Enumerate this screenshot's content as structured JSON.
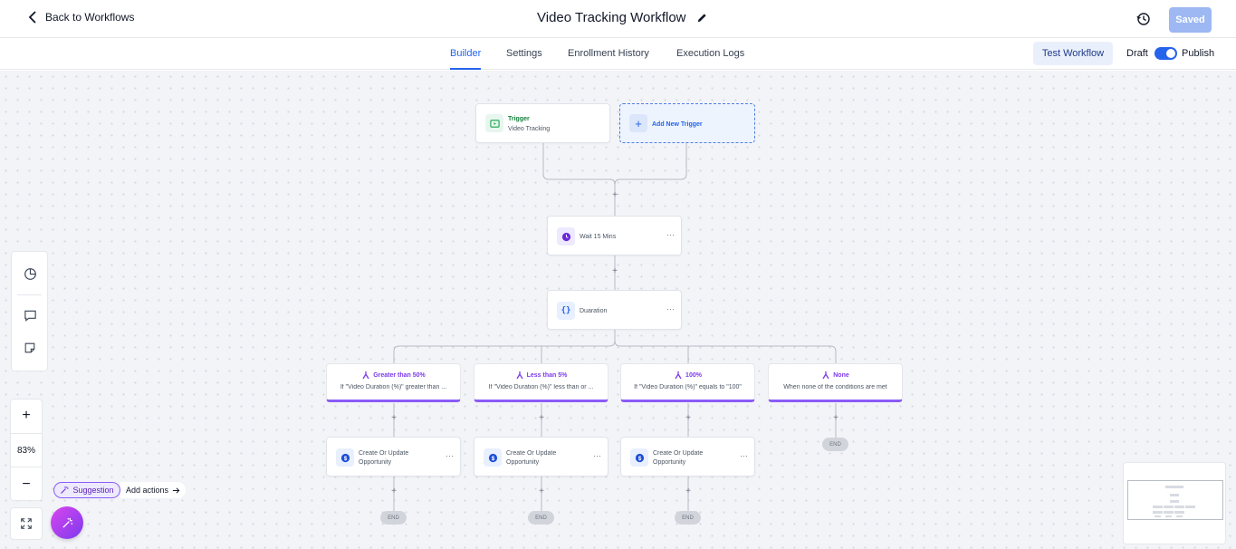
{
  "header": {
    "back_label": "Back to Workflows",
    "title": "Video Tracking Workflow",
    "saved_label": "Saved"
  },
  "tabs": [
    {
      "label": "Builder",
      "active": true
    },
    {
      "label": "Settings",
      "active": false
    },
    {
      "label": "Enrollment History",
      "active": false
    },
    {
      "label": "Execution Logs",
      "active": false
    }
  ],
  "toolbar": {
    "test_label": "Test Workflow",
    "draft_label": "Draft",
    "publish_label": "Publish",
    "publish_toggle_on": true
  },
  "canvas": {
    "trigger": {
      "title": "Trigger",
      "subtitle": "Video Tracking",
      "icon": "video-icon"
    },
    "add_trigger_label": "Add New Trigger",
    "wait": {
      "label": "Wait 15 Mins",
      "icon": "clock-icon"
    },
    "condition": {
      "label": "Duaration",
      "icon": "braces-icon"
    },
    "branches": [
      {
        "title": "Greater than 50%",
        "subtitle": "If \"Video Duration (%)\" greater than ..."
      },
      {
        "title": "Less than 5%",
        "subtitle": "If \"Video Duration (%)\" less than or ..."
      },
      {
        "title": "100%",
        "subtitle": "If \"Video Duration (%)\" equals to \"100\""
      },
      {
        "title": "None",
        "subtitle": "When none of the conditions are met"
      }
    ],
    "opportunity_action": {
      "line1": "Create Or Update",
      "line2": "Opportunity",
      "icon": "dollar-icon"
    },
    "end_label": "END",
    "more_label": "···",
    "plus_label": "+"
  },
  "zoom": {
    "value": "83%",
    "in_label": "+",
    "out_label": "−"
  },
  "suggestion": {
    "label": "Suggestion",
    "add_actions_label": "Add actions"
  },
  "colors": {
    "accent": "#2563eb",
    "branch": "#8b5cf6",
    "trigger": "#15803d",
    "saved_bg": "#9db8f2"
  }
}
